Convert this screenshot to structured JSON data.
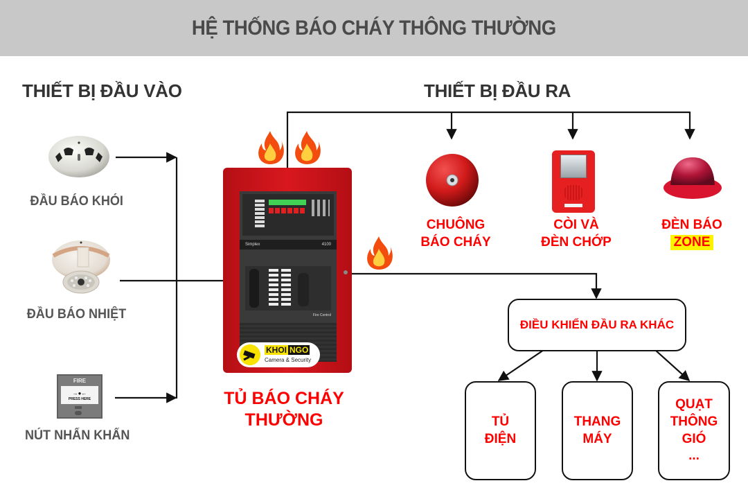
{
  "header": {
    "title": "HỆ THỐNG BÁO CHÁY THÔNG THƯỜNG",
    "background": "#c8c8c8"
  },
  "inputs": {
    "title": "THIẾT BỊ ĐẦU VÀO",
    "items": [
      {
        "label": "ĐẦU BÁO KHÓI",
        "icon": "smoke-detector-icon"
      },
      {
        "label": "ĐẦU BÁO NHIỆT",
        "icon": "heat-detector-icon"
      },
      {
        "label": "NÚT NHẤN KHẨN",
        "icon": "manual-call-point-icon",
        "device_text": "FIRE",
        "device_subtext": "PRESS HERE"
      }
    ]
  },
  "panel": {
    "label_line1": "TỦ BÁO CHÁY",
    "label_line2": "THƯỜNG",
    "brand": "Simplex",
    "model": "4100",
    "section_label": "Fire Control",
    "logo": {
      "name_left": "KHOI",
      "name_right": "NGO",
      "tagline": "Camera & Security"
    }
  },
  "outputs": {
    "title": "THIẾT BỊ ĐẦU RA",
    "items": [
      {
        "line1": "CHUÔNG",
        "line2": "BÁO CHÁY",
        "icon": "fire-bell-icon"
      },
      {
        "line1": "CÒI VÀ",
        "line2": "ĐÈN CHỚP",
        "icon": "horn-strobe-icon"
      },
      {
        "line1": "ĐÈN BÁO",
        "line2": "ZONE",
        "icon": "zone-lamp-icon",
        "highlight": "#fff200"
      }
    ]
  },
  "control": {
    "title": "ĐIỀU KHIỂN ĐẦU RA KHÁC",
    "items": [
      {
        "line1": "TỦ",
        "line2": "ĐIỆN"
      },
      {
        "line1": "THANG",
        "line2": "MÁY"
      },
      {
        "line1": "QUẠT",
        "line2": "THÔNG",
        "line3": "GIÓ",
        "line4": "..."
      }
    ]
  },
  "colors": {
    "accent_red": "#ff0000",
    "panel_red": "#c8141a",
    "line": "#111111",
    "zone_highlight": "#fff200",
    "heading_gray": "#333333",
    "label_gray": "#555555"
  }
}
